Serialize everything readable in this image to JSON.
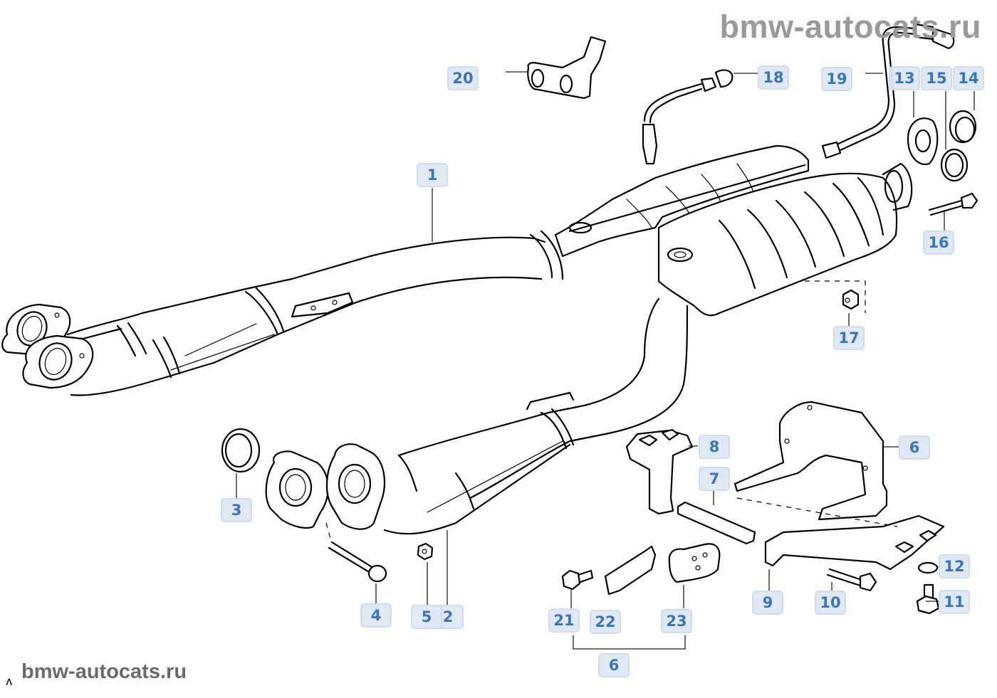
{
  "watermark_top": "bmw-autocats.ru",
  "watermark_bottom": "bmw-autocats.ru",
  "corner_mark": "ʌ",
  "callouts": {
    "c1": "1",
    "c2": "2",
    "c3": "3",
    "c4": "4",
    "c5": "5",
    "c6a": "6",
    "c6b": "6",
    "c7": "7",
    "c8": "8",
    "c9": "9",
    "c10": "10",
    "c11": "11",
    "c12": "12",
    "c13": "13",
    "c14": "14",
    "c15": "15",
    "c16": "16",
    "c17": "17",
    "c18": "18",
    "c19": "19",
    "c20": "20",
    "c21": "21",
    "c22": "22",
    "c23": "23"
  },
  "colors": {
    "callout_text": "#2f6fb5",
    "callout_bg": "#dfe8f3",
    "watermark": "#9a9a9a"
  }
}
